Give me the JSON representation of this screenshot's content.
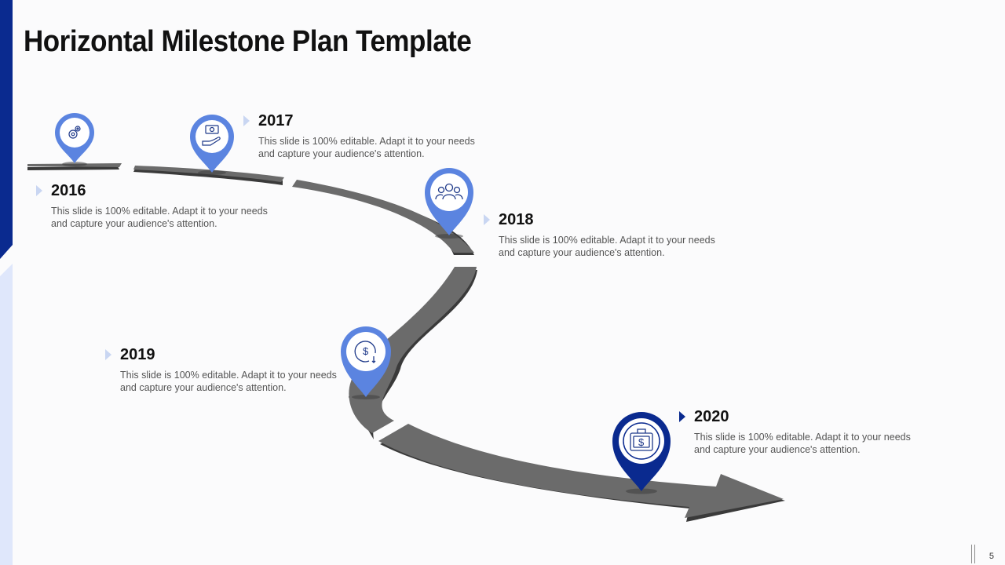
{
  "title": "Horizontal Milestone Plan Template",
  "page_number": "5",
  "colors": {
    "accent_dark": "#0a2a8f",
    "pin_light": "#5b84e0",
    "road": "#6b6b6b",
    "road_shadow": "#3a3a3a"
  },
  "milestones": [
    {
      "year": "2016",
      "description": "This slide is 100% editable. Adapt it to your needs and capture your audience's attention.",
      "icon": "gears-icon"
    },
    {
      "year": "2017",
      "description": "This slide is 100% editable. Adapt it to your needs and capture your audience's attention.",
      "icon": "money-hand-icon"
    },
    {
      "year": "2018",
      "description": "This slide is 100% editable. Adapt it to your needs and capture your audience's attention.",
      "icon": "team-icon"
    },
    {
      "year": "2019",
      "description": "This slide is 100% editable. Adapt it to your needs and capture your audience's attention.",
      "icon": "dollar-exchange-icon"
    },
    {
      "year": "2020",
      "description": "This slide is 100% editable. Adapt it to your needs and capture your audience's attention.",
      "icon": "money-case-icon"
    }
  ]
}
